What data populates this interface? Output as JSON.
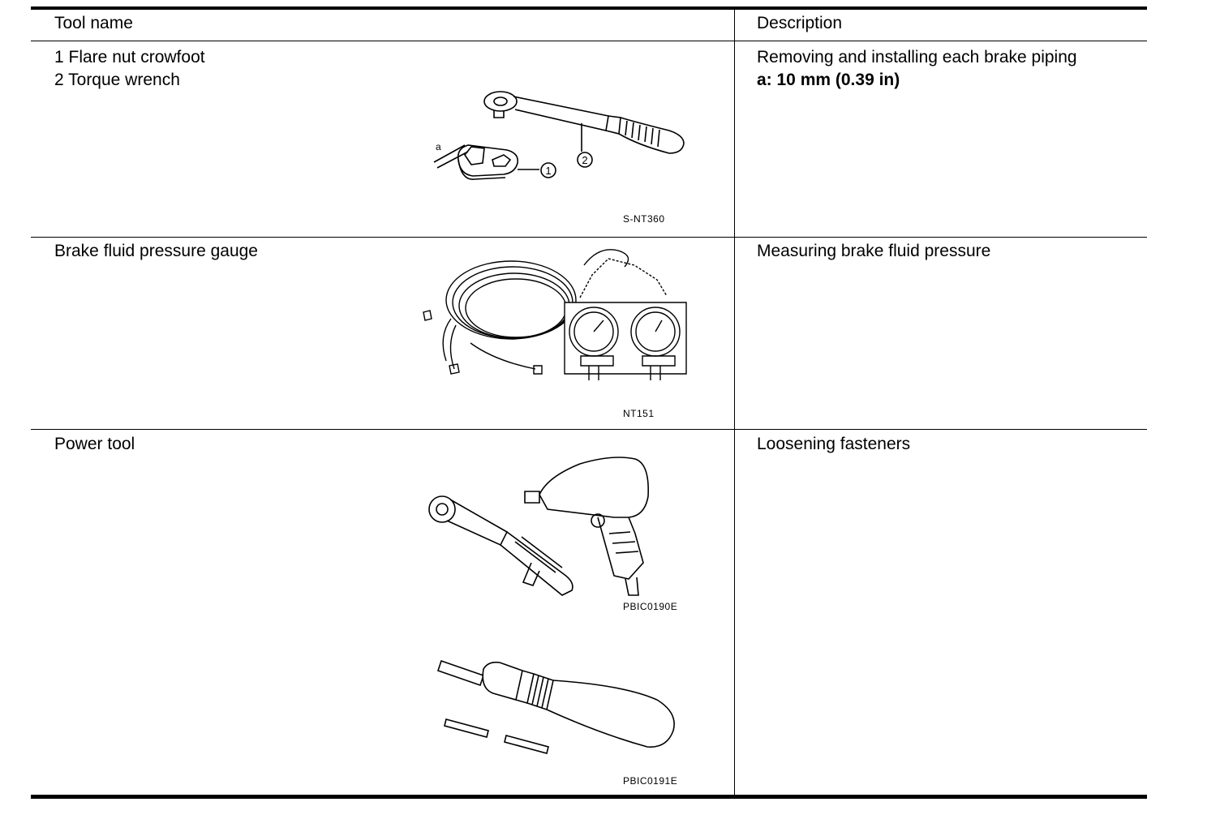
{
  "table": {
    "headers": {
      "tool_name": "Tool name",
      "description": "Description"
    },
    "rows": [
      {
        "tool_name_lines": [
          "1 Flare nut crowfoot",
          "2 Torque wrench"
        ],
        "description": "Removing and installing each brake piping",
        "spec": "a: 10 mm (0.39 in)",
        "figures": [
          {
            "code": "S-NT360",
            "icon": "flare-nut-crowfoot-and-torque-wrench",
            "callouts": [
              "a",
              "1",
              "2"
            ]
          }
        ]
      },
      {
        "tool_name_lines": [
          "Brake fluid pressure gauge"
        ],
        "description": "Measuring brake fluid pressure",
        "figures": [
          {
            "code": "NT151",
            "icon": "brake-fluid-pressure-gauge"
          }
        ]
      },
      {
        "tool_name_lines": [
          "Power tool"
        ],
        "description": "Loosening fasteners",
        "figures": [
          {
            "code": "PBIC0190E",
            "icon": "air-ratchet-and-impact-wrench"
          },
          {
            "code": "PBIC0191E",
            "icon": "power-screwdriver"
          }
        ]
      }
    ]
  }
}
